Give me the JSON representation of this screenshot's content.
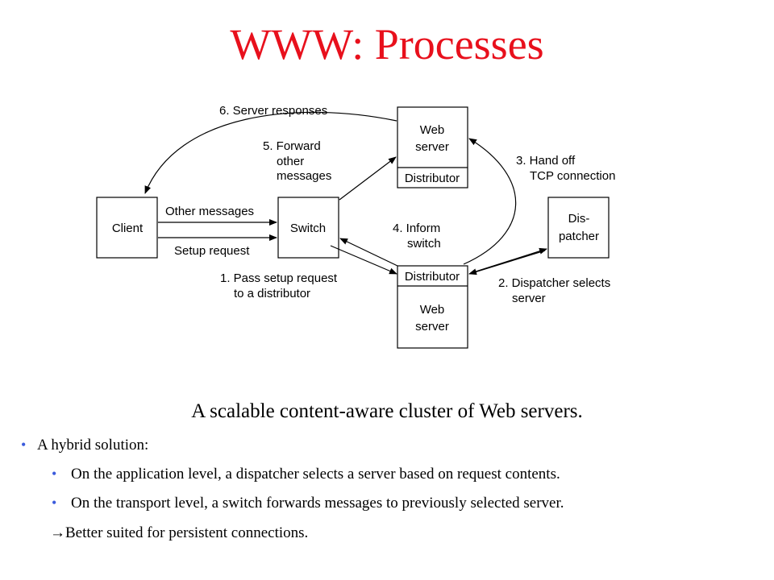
{
  "title": "WWW: Processes",
  "diagram": {
    "boxes": {
      "client": "Client",
      "switch": "Switch",
      "dispatcher_line1": "Dis-",
      "dispatcher_line2": "patcher",
      "web_top_line1": "Web",
      "web_top_line2": "server",
      "web_top_distributor": "Distributor",
      "web_bottom_distributor": "Distributor",
      "web_bottom_line1": "Web",
      "web_bottom_line2": "server"
    },
    "labels": {
      "server_responses": "6. Server responses",
      "forward_1": "5. Forward",
      "forward_2": "other",
      "forward_3": "messages",
      "handoff_1": "3. Hand off",
      "handoff_2": "TCP connection",
      "other_messages": "Other messages",
      "setup_request": "Setup request",
      "inform_1": "4. Inform",
      "inform_2": "switch",
      "pass_1": "1. Pass setup request",
      "pass_2": "to a distributor",
      "dispatcher_selects_1": "2. Dispatcher selects",
      "dispatcher_selects_2": "server"
    }
  },
  "caption": "A scalable content-aware cluster of Web servers.",
  "bullets": {
    "b1": "A hybrid solution:",
    "b2": "On the application level, a dispatcher selects a server based on request contents.",
    "b3": "On the transport level, a switch forwards messages to previously selected server.",
    "b4_arrow": "→",
    "b4_text": "Better suited for persistent connections."
  },
  "colors": {
    "title": "#e8101c",
    "bullet": "#3b5bdc"
  }
}
